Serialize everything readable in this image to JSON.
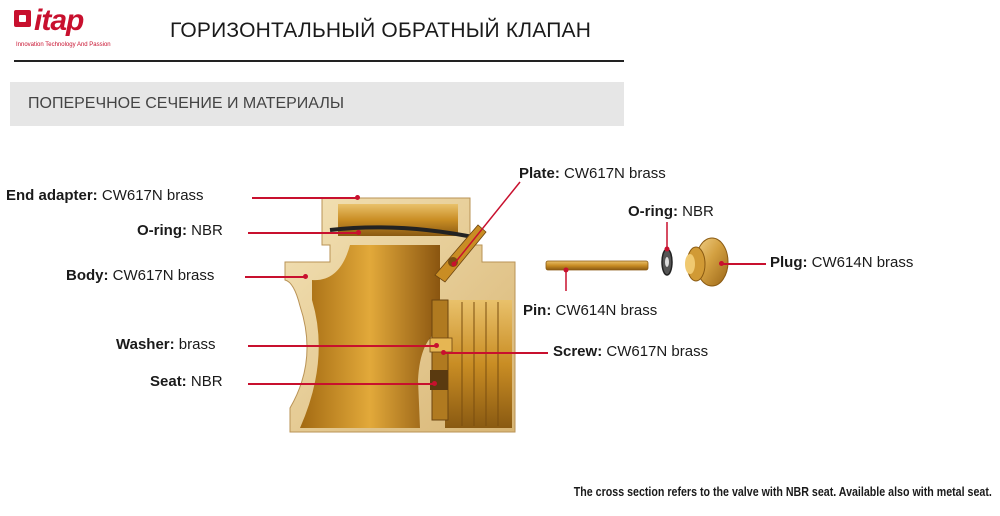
{
  "header": {
    "logo_text": "itap",
    "logo_tagline": "Innovation Technology And Passion",
    "title": "ГОРИЗОНТАЛЬНЫЙ ОБРАТНЫЙ КЛАПАН",
    "subtitle": "ПОПЕРЕЧНОЕ СЕЧЕНИЕ И МАТЕРИАЛЫ"
  },
  "parts": {
    "end_adapter": {
      "name": "End adapter:",
      "material": "CW617N brass"
    },
    "o_ring_body": {
      "name": "O-ring:",
      "material": "NBR"
    },
    "body": {
      "name": "Body:",
      "material": "CW617N brass"
    },
    "washer": {
      "name": "Washer:",
      "material": "brass"
    },
    "seat": {
      "name": "Seat:",
      "material": "NBR"
    },
    "plate": {
      "name": "Plate:",
      "material": "CW617N brass"
    },
    "o_ring_plug": {
      "name": "O-ring:",
      "material": "NBR"
    },
    "plug": {
      "name": "Plug:",
      "material": "CW614N brass"
    },
    "pin": {
      "name": "Pin:",
      "material": "CW614N brass"
    },
    "screw": {
      "name": "Screw:",
      "material": "CW617N brass"
    }
  },
  "footnote": "The cross section refers to the valve with NBR seat. Available also with metal seat.",
  "colors": {
    "accent": "#c8102e",
    "brass": "#c9922e",
    "brass_light": "#ecc878",
    "brass_dark": "#8a5a12"
  }
}
